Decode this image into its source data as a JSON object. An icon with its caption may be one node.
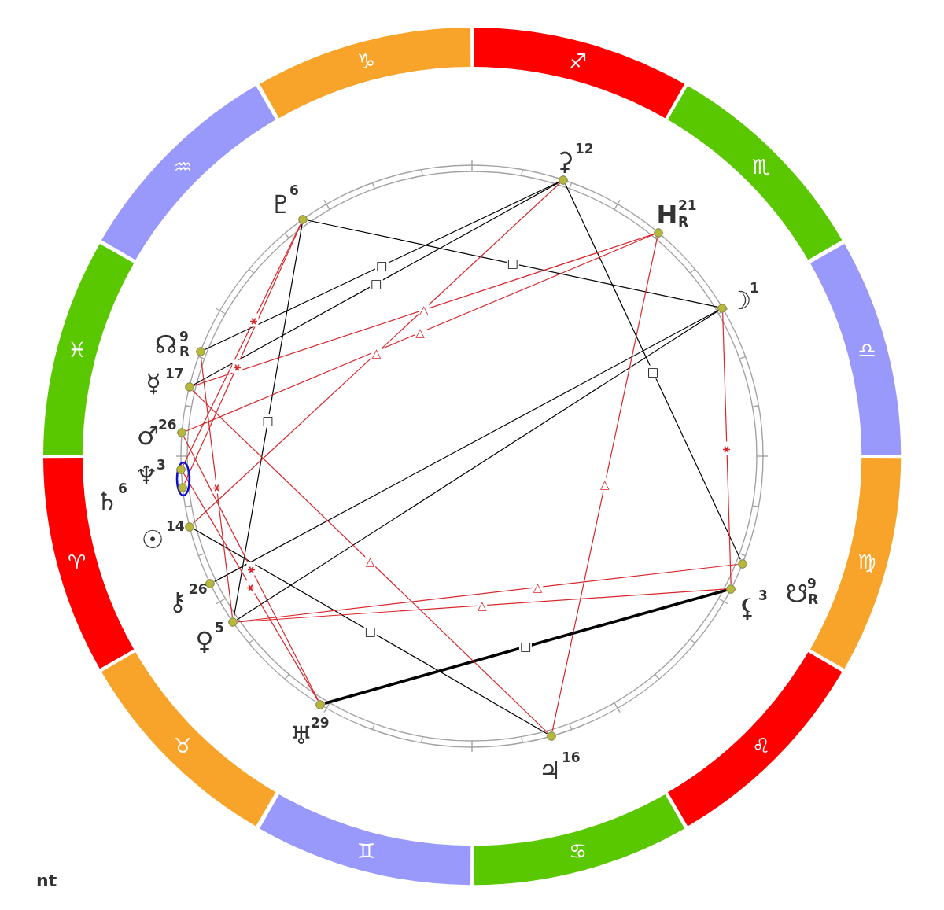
{
  "diagram": {
    "nodes": [
      {
        "text": [
          "♑"
        ]
      },
      {
        "text": [
          "♐"
        ]
      },
      {
        "text": [
          "♏"
        ]
      },
      {
        "text": [
          "♎"
        ]
      },
      {
        "text": [
          "♍"
        ]
      },
      {
        "text": [
          "♌"
        ]
      },
      {
        "text": [
          "♋"
        ]
      },
      {
        "text": [
          "♊"
        ]
      },
      {
        "text": [
          "♉"
        ]
      },
      {
        "text": [
          "♈"
        ]
      },
      {
        "text": [
          "♓"
        ]
      },
      {
        "text": [
          "♒"
        ]
      },
      {
        "text": [],
        "shape": "circle",
        "beside": [
          "♇",
          "6"
        ]
      },
      {
        "text": [],
        "shape": "circle",
        "beside": [
          "⚳",
          "12"
        ]
      },
      {
        "text": [],
        "shape": "circle",
        "beside": [
          "H",
          "21",
          "R"
        ]
      },
      {
        "text": [],
        "shape": "circle",
        "beside": [
          "☽",
          "1"
        ]
      },
      {
        "text": [],
        "shape": "circle",
        "beside": [
          "☋",
          "9",
          "R"
        ]
      },
      {
        "text": [],
        "shape": "circle",
        "beside": [
          "⚸",
          "3"
        ]
      },
      {
        "text": [],
        "shape": "circle",
        "beside": [
          "♃",
          "16"
        ]
      },
      {
        "text": [],
        "shape": "circle",
        "beside": [
          "♅",
          "29"
        ]
      },
      {
        "text": [],
        "shape": "circle",
        "beside": [
          "♀",
          "5"
        ]
      },
      {
        "text": [],
        "shape": "circle",
        "beside": [
          "⚷",
          "26"
        ]
      },
      {
        "text": [],
        "shape": "circle",
        "beside": [
          "☉",
          "14"
        ]
      },
      {
        "text": [],
        "shape": "circle",
        "beside": [
          "♄",
          "6"
        ]
      },
      {
        "text": [],
        "shape": "circle",
        "beside": [
          "♆",
          "3"
        ]
      },
      {
        "text": [],
        "shape": "circle",
        "beside": [
          "♂",
          "26"
        ]
      },
      {
        "text": [],
        "shape": "circle",
        "beside": [
          "☿",
          "17"
        ]
      },
      {
        "text": [],
        "shape": "circle",
        "beside": [
          "☊",
          "9",
          "R"
        ]
      }
    ],
    "edges": [
      {
        "from": 12,
        "to": 15,
        "arrow": "none",
        "label": "□",
        "color": "#000000"
      },
      {
        "from": 13,
        "to": 27,
        "arrow": "none",
        "label": "□",
        "color": "#000000"
      },
      {
        "from": 13,
        "to": 26,
        "arrow": "none",
        "label": "□",
        "color": "#000000"
      },
      {
        "from": 12,
        "to": 20,
        "arrow": "none",
        "label": "□",
        "color": "#000000"
      },
      {
        "from": 13,
        "to": 16,
        "arrow": "none",
        "label": "□",
        "color": "#000000"
      },
      {
        "from": 22,
        "to": 18,
        "arrow": "none",
        "label": "□",
        "color": "#000000"
      },
      {
        "from": 19,
        "to": 17,
        "arrow": "none",
        "label": "□",
        "style": "thick",
        "color": "#000000"
      },
      {
        "from": 15,
        "to": 21,
        "arrow": "none",
        "color": "#000000"
      },
      {
        "from": 15,
        "to": 20,
        "arrow": "none",
        "color": "#000000"
      },
      {
        "from": 13,
        "to": 22,
        "arrow": "none",
        "label": "△"
      },
      {
        "from": 14,
        "to": 26,
        "arrow": "none",
        "label": "△"
      },
      {
        "from": 14,
        "to": 25,
        "arrow": "none",
        "label": "△"
      },
      {
        "from": 14,
        "to": 18,
        "arrow": "none",
        "label": "△"
      },
      {
        "from": 15,
        "to": 17,
        "arrow": "none",
        "label": "⚹"
      },
      {
        "from": 20,
        "to": 16,
        "arrow": "none",
        "label": "△"
      },
      {
        "from": 20,
        "to": 17,
        "arrow": "none",
        "label": "△"
      },
      {
        "from": 27,
        "to": 20,
        "arrow": "none",
        "label": "⚹"
      },
      {
        "from": 26,
        "to": 18,
        "arrow": "none",
        "label": "△"
      },
      {
        "from": 25,
        "to": 19,
        "arrow": "none",
        "label": "⚹"
      },
      {
        "from": 24,
        "to": 19,
        "arrow": "none",
        "label": "⚹"
      },
      {
        "from": 12,
        "to": 24,
        "arrow": "none",
        "label": "⚹"
      },
      {
        "from": 12,
        "to": 23,
        "arrow": "none",
        "label": "⚹"
      }
    ],
    "labels": [
      "nt"
    ]
  }
}
